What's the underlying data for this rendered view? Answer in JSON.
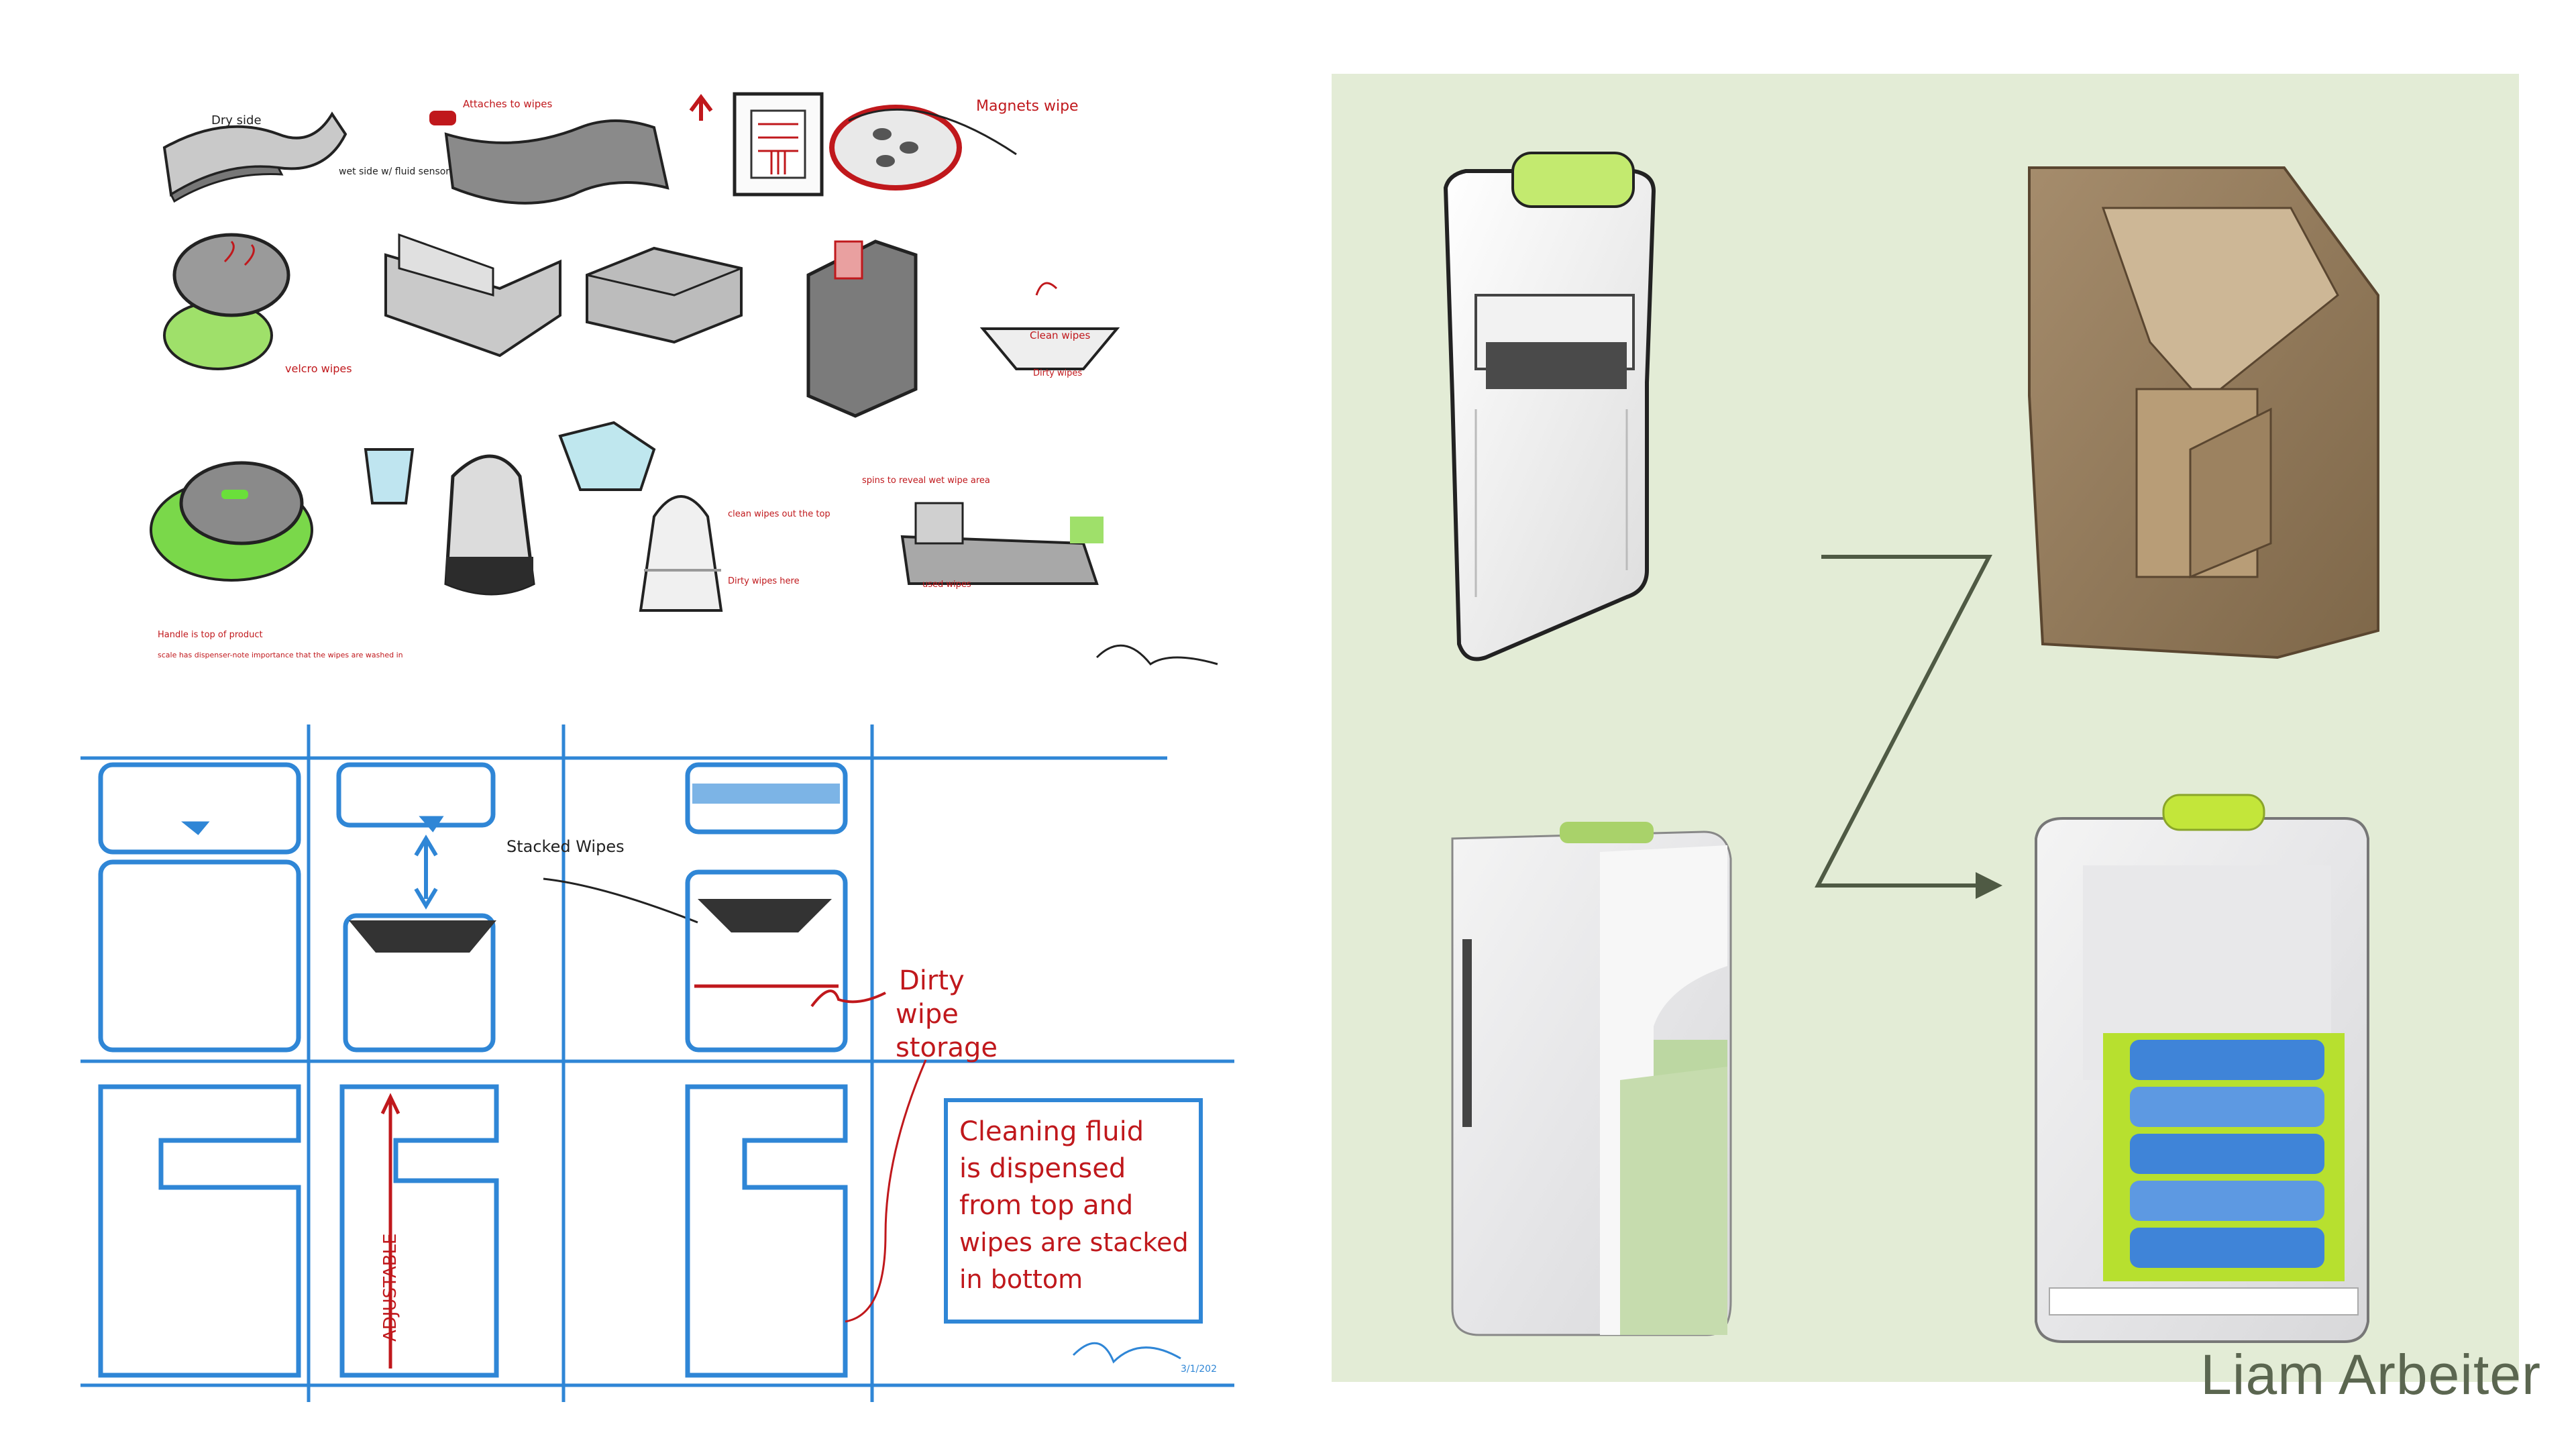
{
  "author": "Liam Arbeiter",
  "sketch_notes": {
    "dry_side": "Dry side",
    "wet_side": "wet side w/ fluid sensor",
    "attaches_to_wipes": "Attaches to wipes",
    "magnets_wipe": "Magnets wipe",
    "velcro_wipes": "velcro wipes",
    "clean_wipes": "Clean wipes",
    "dirty_wipes": "Dirty wipes",
    "clean_wipes_top": "clean wipes out the top",
    "dirty_wipes_here": "Dirty wipes here",
    "spins_note": "spins to reveal wet wipe area",
    "used_wipes": "used wipes",
    "handle_note": "Handle is top of product",
    "scale_note": "scale has dispenser-note importance that the wipes are washed in"
  },
  "plan_notes": {
    "stacked_wipes": "Stacked Wipes",
    "dirty_wipe_storage_1": "Dirty",
    "dirty_wipe_storage_2": "wipe",
    "dirty_wipe_storage_3": "storage",
    "adjustable": "ADJUSTABLE",
    "callout_line_1": "Cleaning fluid",
    "callout_line_2": "is dispensed",
    "callout_line_3": "from top and",
    "callout_line_4": "wipes are stacked",
    "callout_line_5": "in bottom",
    "date": "3/1/202"
  },
  "colors": {
    "panel_bg": "#e3ecd6",
    "accent_green": "#b9e23c",
    "sketch_blue": "#2f86d6",
    "sketch_red": "#c0181c",
    "author_text": "#5b6650",
    "arrow": "#4f5a44"
  }
}
